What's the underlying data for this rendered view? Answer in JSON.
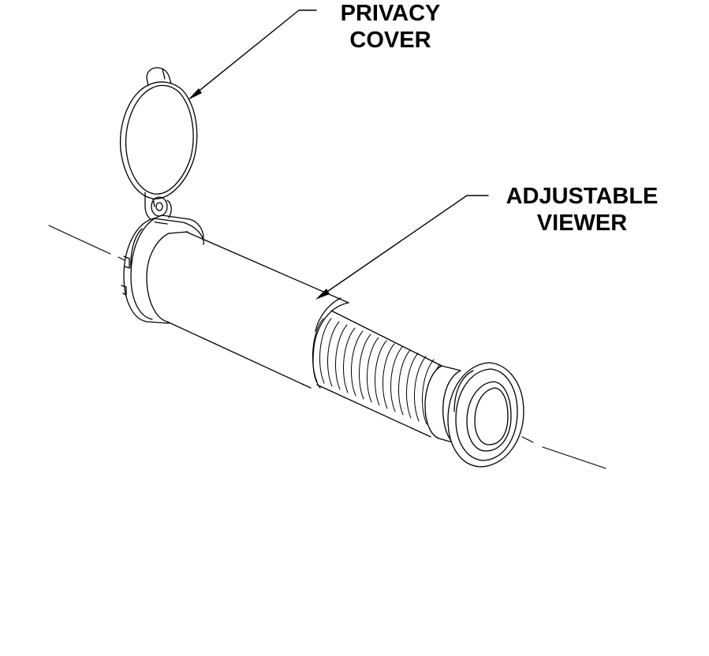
{
  "labels": {
    "privacy_cover": {
      "line1": "PRIVACY",
      "line2": "COVER"
    },
    "adjustable_viewer": {
      "line1": "ADJUSTABLE",
      "line2": "VIEWER"
    }
  },
  "colors": {
    "ink": "#000000",
    "background": "#ffffff"
  }
}
